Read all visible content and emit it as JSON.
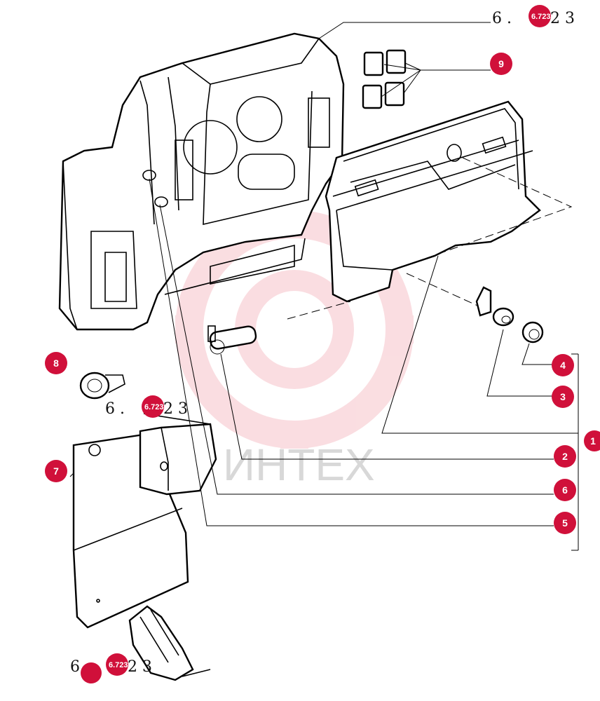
{
  "diagram": {
    "watermark": {
      "text": "ИНТЕХ",
      "color": "#f2b8bf"
    },
    "ref_labels": [
      {
        "id": "ref-top",
        "prefix": "6 .",
        "badge": "6.723",
        "suffix": "2 3"
      },
      {
        "id": "ref-mid",
        "prefix": "6 .",
        "badge": "6.723",
        "suffix": "2 3"
      },
      {
        "id": "ref-bottom",
        "prefix": "6",
        "badge": "6.723",
        "suffix": "2 3"
      }
    ],
    "callouts": [
      {
        "id": "callout-9",
        "text": "9"
      },
      {
        "id": "callout-8",
        "text": "8"
      },
      {
        "id": "callout-7",
        "text": "7"
      },
      {
        "id": "callout-4",
        "text": "4"
      },
      {
        "id": "callout-3",
        "text": "3"
      },
      {
        "id": "callout-1",
        "text": "1"
      },
      {
        "id": "callout-2",
        "text": "2"
      },
      {
        "id": "callout-6",
        "text": "6"
      },
      {
        "id": "callout-5",
        "text": "5"
      }
    ],
    "colors": {
      "callout": "#d0103a",
      "line": "#000000"
    }
  }
}
